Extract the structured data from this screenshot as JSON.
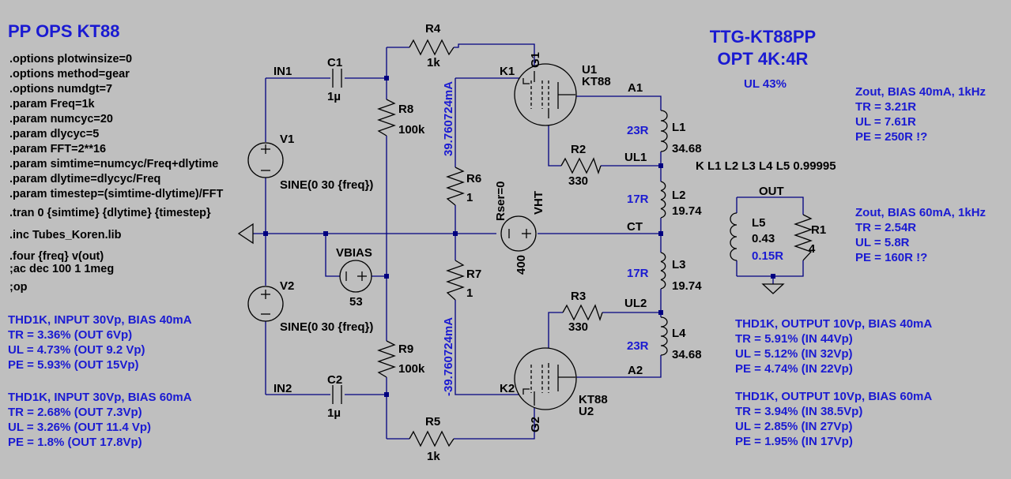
{
  "title": "PP OPS KT88",
  "heading": {
    "line1": "TTG-KT88PP",
    "line2": "OPT 4K:4R",
    "line3": "UL 43%"
  },
  "directives": [
    ".options plotwinsize=0",
    ".options method=gear",
    ".options numdgt=7",
    ".param Freq=1k",
    ".param numcyc=20",
    ".param dlycyc=5",
    ".param FFT=2**16",
    ".param simtime=numcyc/Freq+dlytime",
    ".param dlytime=dlycyc/Freq",
    ".param timestep=(simtime-dlytime)/FFT",
    ".tran 0 {simtime} {dlytime} {timestep}",
    ".inc Tubes_Koren.lib",
    ".four {freq} v(out)",
    ";ac dec 100 1 1meg",
    ";op"
  ],
  "input_40": {
    "title": "THD1K, INPUT 30Vp, BIAS 40mA",
    "rows": [
      "TR   = 3.36% (OUT 6Vp)",
      "UL   = 4.73% (OUT 9.2 Vp)",
      "PE   = 5.93% (OUT 15Vp)"
    ]
  },
  "input_60": {
    "title": "THD1K, INPUT 30Vp, BIAS 60mA",
    "rows": [
      "TR   = 2.68% (OUT 7.3Vp)",
      "UL   = 3.26% (OUT 11.4 Vp)",
      "PE   = 1.8%   (OUT 17.8Vp)"
    ]
  },
  "zout_40": {
    "title": "Zout, BIAS 40mA, 1kHz",
    "rows": [
      "TR   = 3.21R",
      "UL   = 7.61R",
      "PE   = 250R !?"
    ]
  },
  "zout_60": {
    "title": "Zout, BIAS 60mA, 1kHz",
    "rows": [
      "TR   = 2.54R",
      "UL   = 5.8R",
      "PE   = 160R !?"
    ]
  },
  "output_40": {
    "title": "THD1K, OUTPUT 10Vp, BIAS 40mA",
    "rows": [
      "TR    = 5.91% (IN 44Vp)",
      "UL    = 5.12% (IN 32Vp)",
      "PE    = 4.74% (IN 22Vp)"
    ]
  },
  "output_60": {
    "title": "THD1K, OUTPUT 10Vp, BIAS 60mA",
    "rows": [
      "TR    = 3.94% (IN 38.5Vp)",
      "UL    = 2.85% (IN 27Vp)",
      "PE    = 1.95% (IN 17Vp)"
    ]
  },
  "coupling": "K L1 L2 L3 L4 L5  0.99995",
  "labels": {
    "in1": "IN1",
    "in2": "IN2",
    "c1": "C1",
    "c1_val": "1µ",
    "c2": "C2",
    "c2_val": "1µ",
    "r4": "R4",
    "r4_val": "1k",
    "r5": "R5",
    "r5_val": "1k",
    "r8": "R8",
    "r8_val": "100k",
    "r9": "R9",
    "r9_val": "100k",
    "v1": "V1",
    "v1_val": "SINE(0 30 {freq})",
    "v2": "V2",
    "v2_val": "SINE(0 30 {freq})",
    "vbias": "VBIAS",
    "vbias_val": "53",
    "r6": "R6",
    "r6_val": "1",
    "r7": "R7",
    "r7_val": "1",
    "cur1": "39.760724mA",
    "cur2": "-39.760724mA",
    "g1": "G1",
    "g2": "G2",
    "k1": "K1",
    "k2": "K2",
    "u1": "U1",
    "u1_model": "KT88",
    "u2": "U2",
    "u2_model": "KT88",
    "a1": "A1",
    "a2": "A2",
    "ul1": "UL1",
    "ul2": "UL2",
    "r2": "R2",
    "r2_val": "330",
    "r3": "R3",
    "r3_val": "330",
    "rser": "Rser=0",
    "vht": "VHT",
    "vht_val": "400",
    "ct": "CT",
    "l1": "L1",
    "l1_val": "34.68",
    "l1_r": "23R",
    "l2": "L2",
    "l2_val": "19.74",
    "l2_r": "17R",
    "l3": "L3",
    "l3_val": "19.74",
    "l3_r": "17R",
    "l4": "L4",
    "l4_val": "34.68",
    "l4_r": "23R",
    "out": "OUT",
    "l5": "L5",
    "l5_val": "0.43",
    "l5_r": "0.15R",
    "r1": "R1",
    "r1_val": "4"
  }
}
